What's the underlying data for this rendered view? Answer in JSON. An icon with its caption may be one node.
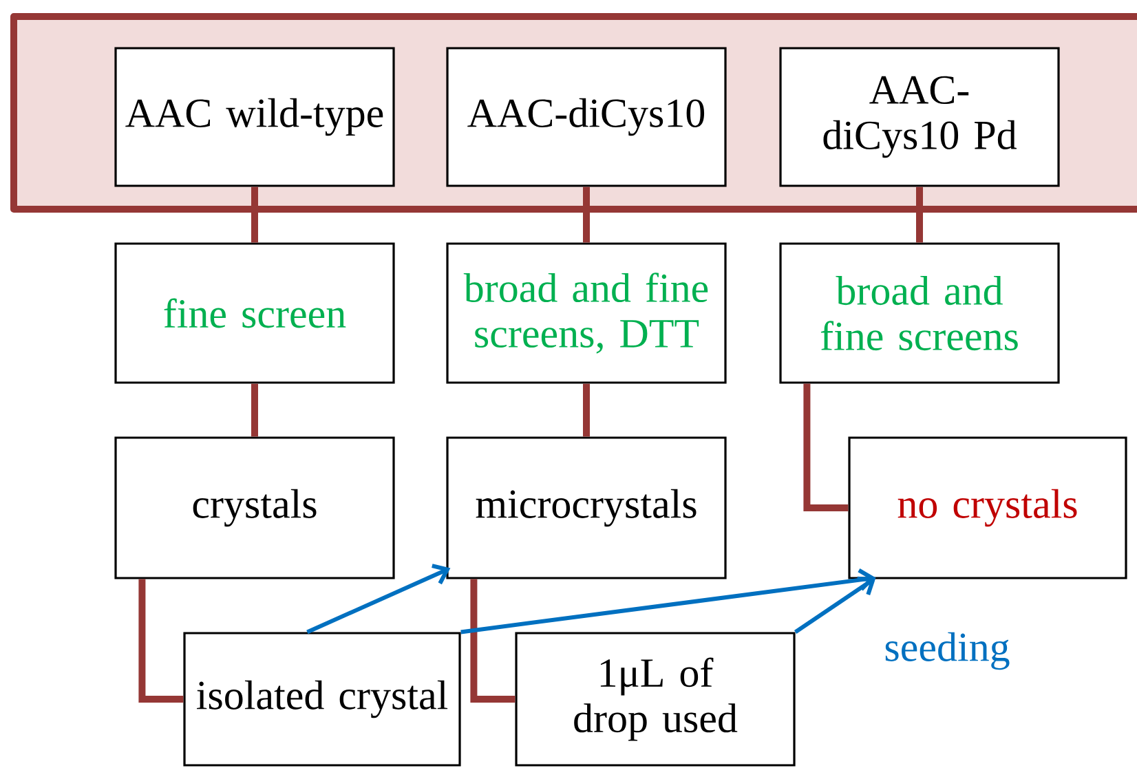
{
  "diagram": {
    "nodes": [
      {
        "text": [],
        "shape": "band"
      },
      {
        "text": [
          "AAC wild-type"
        ],
        "in": 0
      },
      {
        "text": [
          "AAC-diCys10"
        ],
        "in": 0
      },
      {
        "text": [
          "AAC-diCys10 Pd"
        ],
        "in": 0
      },
      {
        "text": [
          "fine screen"
        ]
      },
      {
        "text": [
          "broad and fine screens, DTT"
        ]
      },
      {
        "text": [
          "broad and fine screens"
        ]
      },
      {
        "text": [
          "crystals"
        ]
      },
      {
        "text": [
          "microcrystals"
        ]
      },
      {
        "text": [
          "no crystals"
        ]
      },
      {
        "text": [
          "isolated crystal"
        ]
      },
      {
        "text": [
          "1μL of drop used"
        ]
      }
    ],
    "edges": [
      {
        "from": 1,
        "to": 4,
        "arrow": "none"
      },
      {
        "from": 2,
        "to": 5,
        "arrow": "none"
      },
      {
        "from": 3,
        "to": 6,
        "arrow": "none"
      },
      {
        "from": 4,
        "to": 7,
        "arrow": "none"
      },
      {
        "from": 5,
        "to": 8,
        "arrow": "none"
      },
      {
        "from": 6,
        "to": 9,
        "arrow": "none"
      },
      {
        "from": 7,
        "to": 10,
        "arrow": "none"
      },
      {
        "from": 8,
        "to": 11,
        "arrow": "none"
      },
      {
        "from": 10,
        "to": 8,
        "arrow": "to",
        "color": "#0070c0"
      },
      {
        "from": 10,
        "to": 9,
        "arrow": "to",
        "color": "#0070c0"
      },
      {
        "from": 11,
        "to": 9,
        "arrow": "to",
        "color": "#0070c0"
      }
    ],
    "labels": [
      "seeding"
    ]
  }
}
